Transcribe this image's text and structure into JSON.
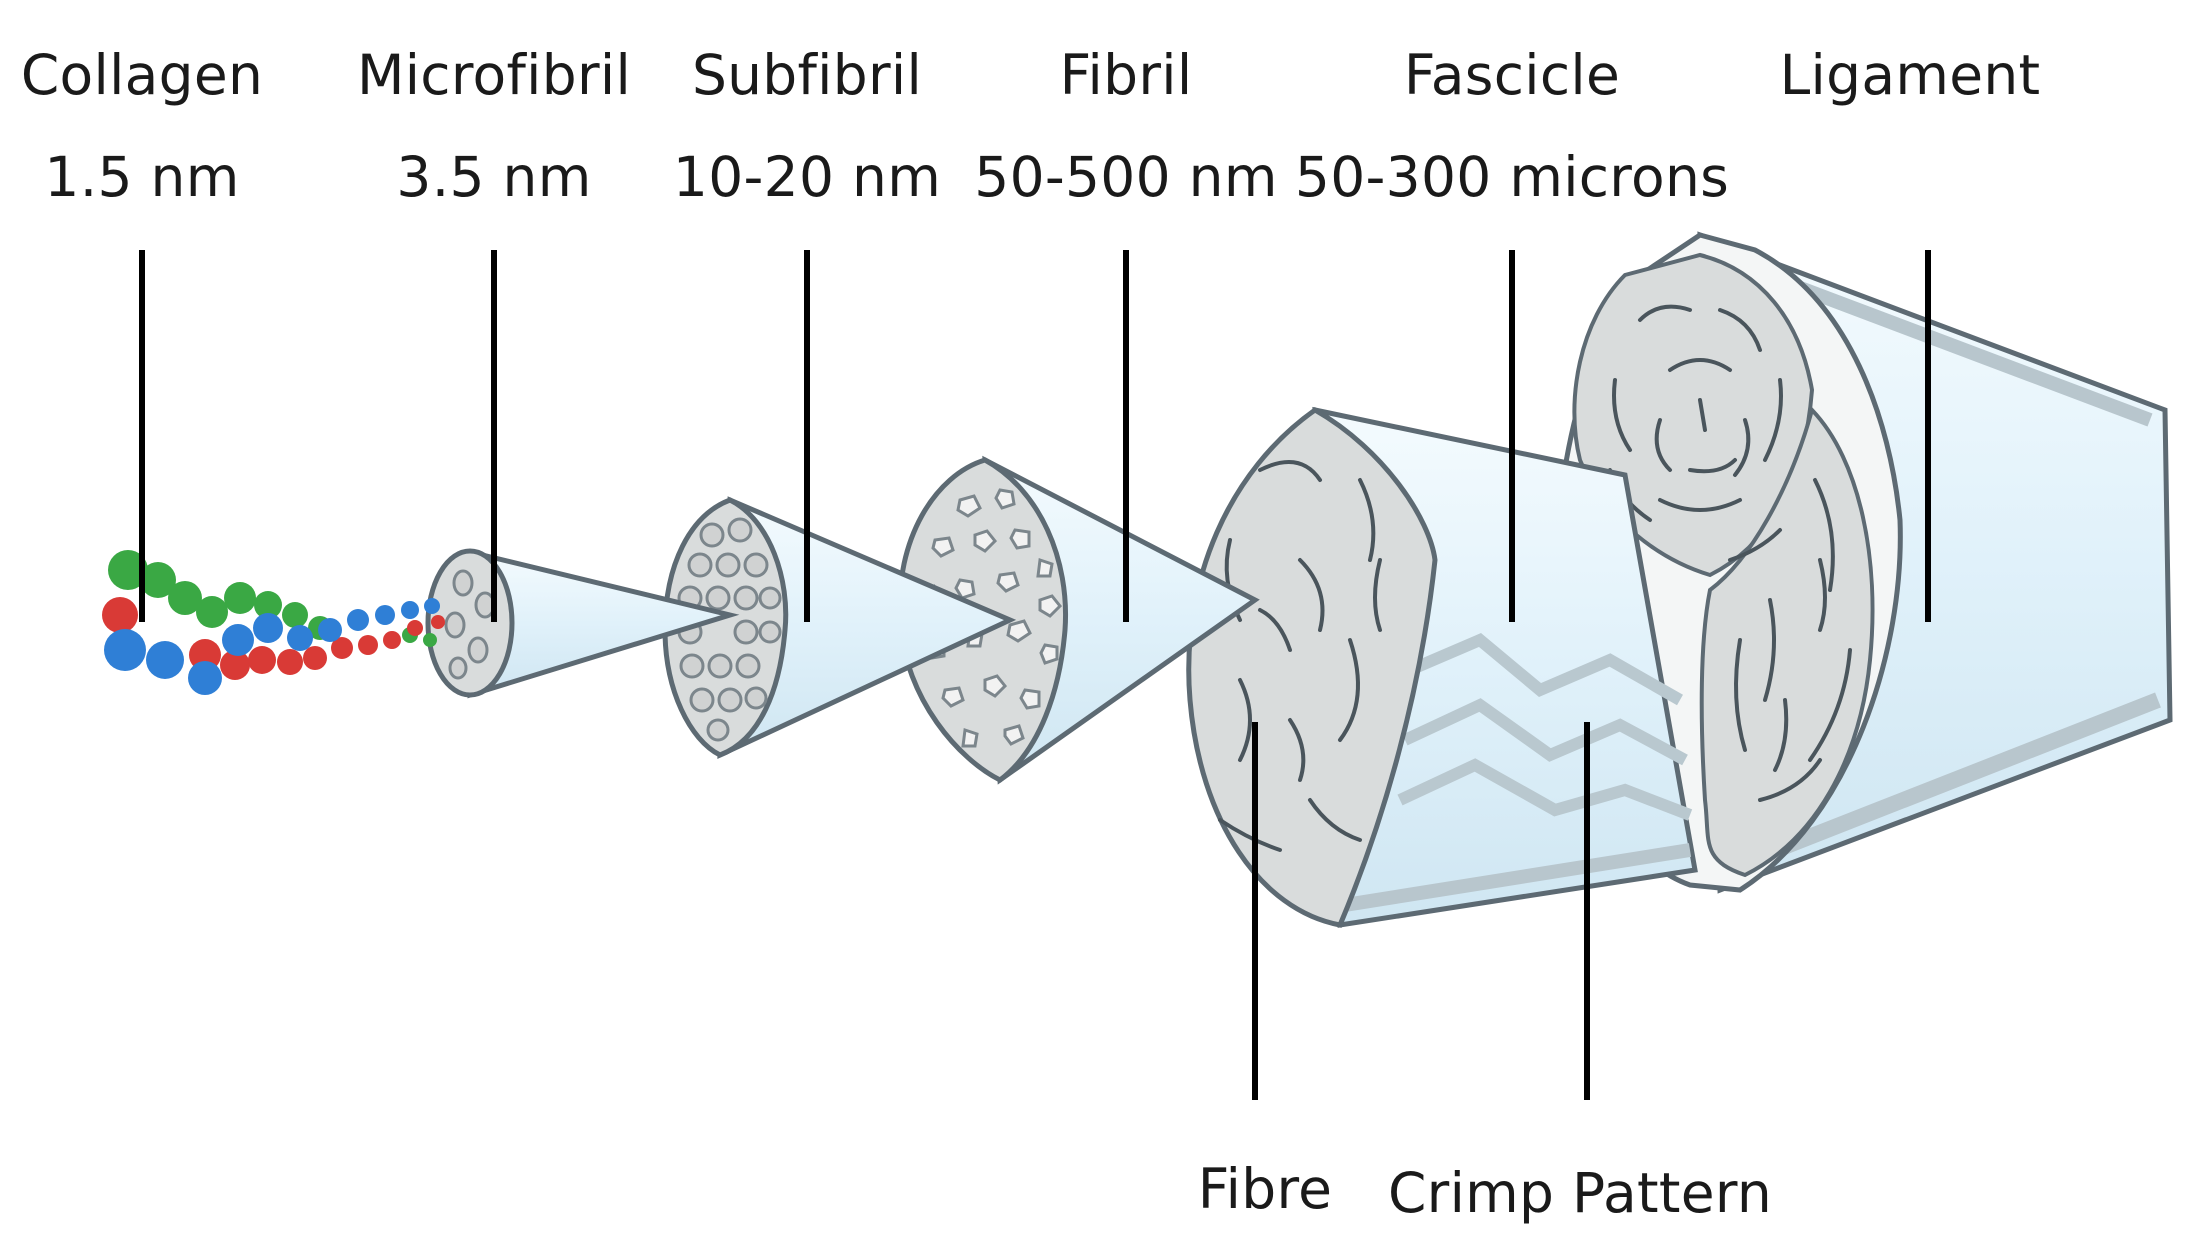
{
  "levels": [
    {
      "name": "Collagen",
      "size": "1.5 nm"
    },
    {
      "name": "Microfibril",
      "size": "3.5 nm"
    },
    {
      "name": "Subfibril",
      "size": "10-20 nm"
    },
    {
      "name": "Fibril",
      "size": "50-500 nm"
    },
    {
      "name": "Fascicle",
      "size": "50-300 microns"
    },
    {
      "name": "Ligament",
      "size": ""
    }
  ],
  "bottom_labels": {
    "fibre": "Fibre",
    "crimp": "Crimp Pattern"
  },
  "colors": {
    "cone_fill": "#e3f3fb",
    "cone_edge": "#c5d0d6",
    "cross_section": "#d9dcdc",
    "outline": "#5d6a73",
    "leader_line": "#000000",
    "crimp": "#b9c8cf",
    "strand_red": "#d93a36",
    "strand_green": "#3aa844",
    "strand_blue": "#2f7fd6"
  }
}
